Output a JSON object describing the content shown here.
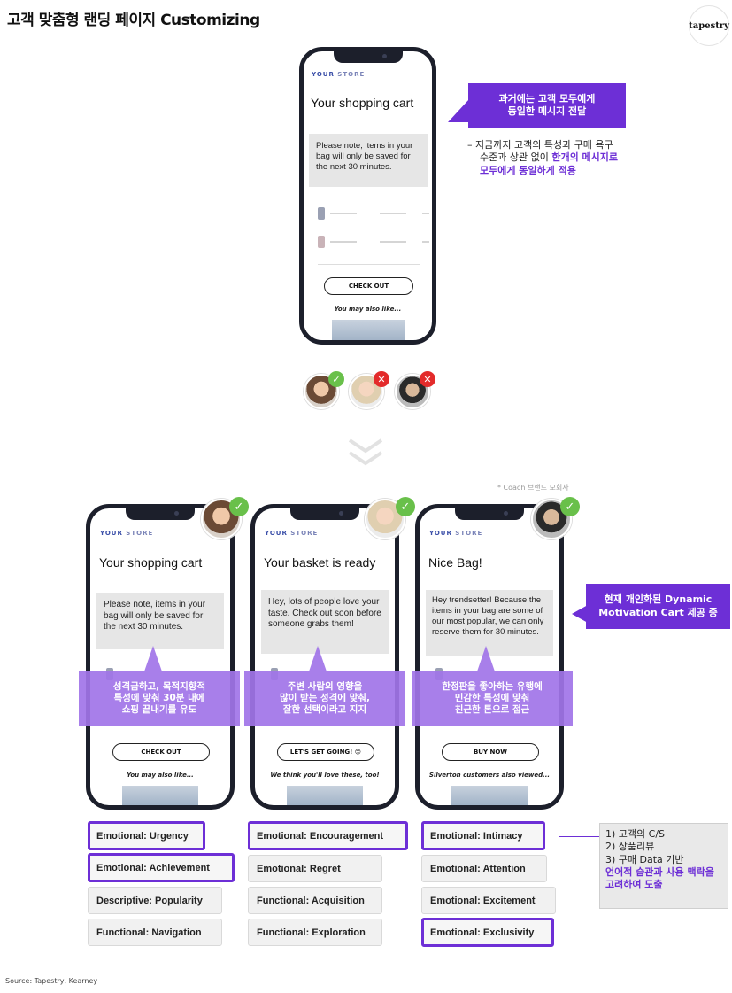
{
  "page_title": "고객 맞춤형 랜딩 페이지 Customizing",
  "logo_text": "tapestry",
  "top_phone": {
    "store_label_a": "YOUR",
    "store_label_b": " STORE",
    "title": "Your shopping cart",
    "message": "Please note, items in your bag will only be saved for the next 30 minutes.",
    "cta": "CHECK OUT",
    "also": "You may also like..."
  },
  "top_callout": "과거에는 고객 모두에게\n동일한 메시지 전달",
  "top_note": {
    "bullet": "–",
    "line1": "지금까지 고객의 특성과 구매 욕구",
    "line2_prefix": "수준과 상관 없이 ",
    "line2_hl": "한개의 메시지로",
    "line3_hl": "모두에게 동일하게 적용"
  },
  "coach_note": "* Coach 브랜드 모회사",
  "phones": [
    {
      "store_label_a": "YOUR",
      "store_label_b": " STORE",
      "title": "Your shopping cart",
      "message": "Please note, items in your bag will only be saved for the next 30 minutes.",
      "overlay": "성격급하고, 목적지향적\n특성에 맞춰 30분 내에\n쇼핑 끝내기를 유도",
      "cta": "CHECK OUT",
      "also": "You may also like..."
    },
    {
      "store_label_a": "YOUR",
      "store_label_b": " STORE",
      "title": "Your basket is ready",
      "message": "Hey, lots of people love your taste. Check out soon before someone grabs them!",
      "overlay": "주변 사람의 영향을\n많이 받는 성격에 맞춰,\n잘한 선택이라고 지지",
      "cta": "LET'S GET GOING! 😊",
      "also": "We think you'll love these, too!"
    },
    {
      "store_label_a": "YOUR",
      "store_label_b": " STORE",
      "title": "Nice Bag!",
      "message": "Hey trendsetter! Because the items in your bag are some of our most popular, we can only reserve them for 30 minutes.",
      "overlay": "한정판을 좋아하는 유행에\n민감한 특성에 맞춰\n친근한 톤으로 접근",
      "cta": "BUY NOW",
      "also": "Silverton customers also viewed..."
    }
  ],
  "dynamic_callout": "현재 개인화된 Dynamic\nMotivation Cart 제공 중",
  "tag_columns": [
    {
      "tags": [
        {
          "label": "Emotional: Urgency",
          "selected": true
        },
        {
          "label": "Emotional: Achievement",
          "selected": true
        },
        {
          "label": "Descriptive: Popularity",
          "selected": false
        },
        {
          "label": "Functional: Navigation",
          "selected": false
        }
      ]
    },
    {
      "tags": [
        {
          "label": "Emotional: Encouragement",
          "selected": true
        },
        {
          "label": "Emotional: Regret",
          "selected": false
        },
        {
          "label": "Functional: Acquisition",
          "selected": false
        },
        {
          "label": "Functional: Exploration",
          "selected": false
        }
      ]
    },
    {
      "tags": [
        {
          "label": "Emotional: Intimacy",
          "selected": true
        },
        {
          "label": "Emotional: Attention",
          "selected": false
        },
        {
          "label": "Emotional: Excitement",
          "selected": false
        },
        {
          "label": "Emotional: Exclusivity",
          "selected": true
        }
      ]
    }
  ],
  "factors": {
    "line1": "1) 고객의 C/S",
    "line2": "2) 상품리뷰",
    "line3": "3) 구매 Data 기반",
    "line4_hl": "언어적 습관과 사용 맥락을",
    "line5_hl": "고려하여 도출"
  },
  "source": "Source: Tapestry, Kearney",
  "colors": {
    "accent_purple": "#6d2fd6",
    "overlay_purple": "#a174e8",
    "check_green": "#69c04a",
    "cross_red": "#e32b2b",
    "phone_frame": "#1c1f2b"
  },
  "icons": {
    "check": "check-icon",
    "cross": "cross-icon",
    "chevron": "double-chevron-down-icon"
  }
}
